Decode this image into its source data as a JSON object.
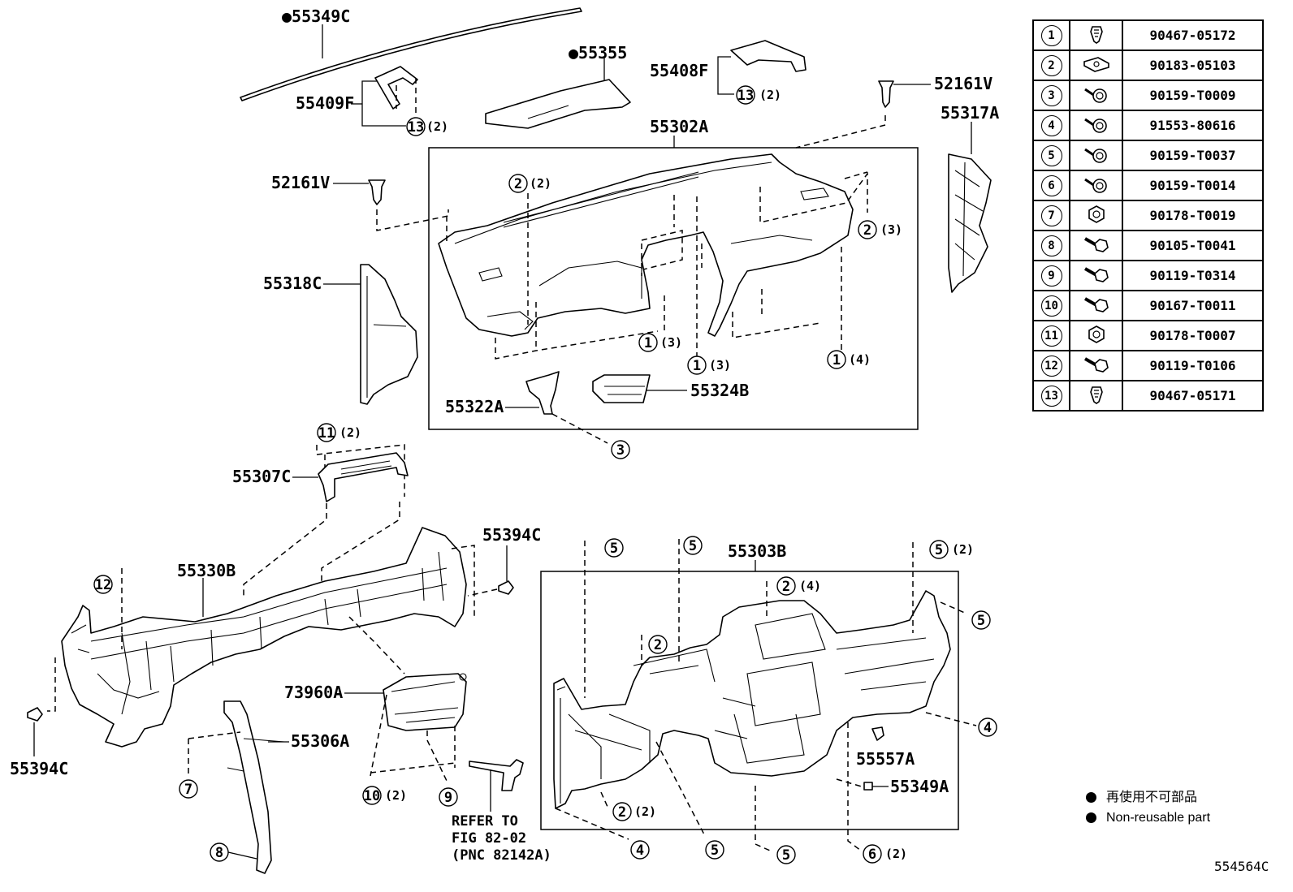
{
  "labels": {
    "p55349C_top": "●55349C",
    "p55355": "●55355",
    "p55408F": "55408F",
    "p52161V_right": "52161V",
    "p55409F": "55409F",
    "p55317A": "55317A",
    "p55302A": "55302A",
    "p52161V_left": "52161V",
    "p55318C": "55318C",
    "p55322A": "55322A",
    "p55324B": "55324B",
    "p55307C": "55307C",
    "p55330B": "55330B",
    "p55394C_right": "55394C",
    "p55303B": "55303B",
    "p73960A": "73960A",
    "p55306A": "55306A",
    "p55394C_left": "55394C",
    "p55557A": "55557A",
    "p55349A": "55349A"
  },
  "callouts": {
    "c13a": {
      "num": "13",
      "qty": "(2)"
    },
    "c13b": {
      "num": "13",
      "qty": "(2)"
    },
    "c2a": {
      "num": "2",
      "qty": "(2)"
    },
    "c2b": {
      "num": "2",
      "qty": "(3)"
    },
    "c1a": {
      "num": "1",
      "qty": "(3)"
    },
    "c1b": {
      "num": "1",
      "qty": "(3)"
    },
    "c1c": {
      "num": "1",
      "qty": "(4)"
    },
    "c3": {
      "num": "3",
      "qty": ""
    },
    "c11": {
      "num": "11",
      "qty": "(2)"
    },
    "c12": {
      "num": "12",
      "qty": ""
    },
    "c7": {
      "num": "7",
      "qty": ""
    },
    "c8": {
      "num": "8",
      "qty": ""
    },
    "c10": {
      "num": "10",
      "qty": "(2)"
    },
    "c9": {
      "num": "9",
      "qty": ""
    },
    "c5a": {
      "num": "5",
      "qty": ""
    },
    "c5b": {
      "num": "5",
      "qty": ""
    },
    "c5c": {
      "num": "5",
      "qty": "(2)"
    },
    "c2c": {
      "num": "2",
      "qty": "(4)"
    },
    "c2d": {
      "num": "2",
      "qty": ""
    },
    "c5d": {
      "num": "5",
      "qty": ""
    },
    "c4a": {
      "num": "4",
      "qty": ""
    },
    "c2e": {
      "num": "2",
      "qty": "(2)"
    },
    "c4b": {
      "num": "4",
      "qty": ""
    },
    "c5e": {
      "num": "5",
      "qty": ""
    },
    "c5f": {
      "num": "5",
      "qty": ""
    },
    "c6": {
      "num": "6",
      "qty": "(2)"
    }
  },
  "refer": {
    "line1": "REFER TO",
    "line2": "FIG 82-02",
    "line3": "(PNC 82142A)"
  },
  "legend": [
    {
      "num": "1",
      "icon": "clip-icon",
      "part": "90467-05172"
    },
    {
      "num": "2",
      "icon": "u-nut-icon",
      "part": "90183-05103"
    },
    {
      "num": "3",
      "icon": "screw-icon",
      "part": "90159-T0009"
    },
    {
      "num": "4",
      "icon": "screw-icon",
      "part": "91553-80616"
    },
    {
      "num": "5",
      "icon": "screw-icon",
      "part": "90159-T0037"
    },
    {
      "num": "6",
      "icon": "screw-icon",
      "part": "90159-T0014"
    },
    {
      "num": "7",
      "icon": "nut-icon",
      "part": "90178-T0019"
    },
    {
      "num": "8",
      "icon": "bolt-icon",
      "part": "90105-T0041"
    },
    {
      "num": "9",
      "icon": "bolt-icon",
      "part": "90119-T0314"
    },
    {
      "num": "10",
      "icon": "bolt-icon",
      "part": "90167-T0011"
    },
    {
      "num": "11",
      "icon": "nut-icon",
      "part": "90178-T0007"
    },
    {
      "num": "12",
      "icon": "bolt-icon",
      "part": "90119-T0106"
    },
    {
      "num": "13",
      "icon": "clip-icon",
      "part": "90467-05171"
    }
  ],
  "nonreuse": {
    "jp": "再使用不可部品",
    "en": "Non-reusable part"
  },
  "ref_code": "554564C"
}
